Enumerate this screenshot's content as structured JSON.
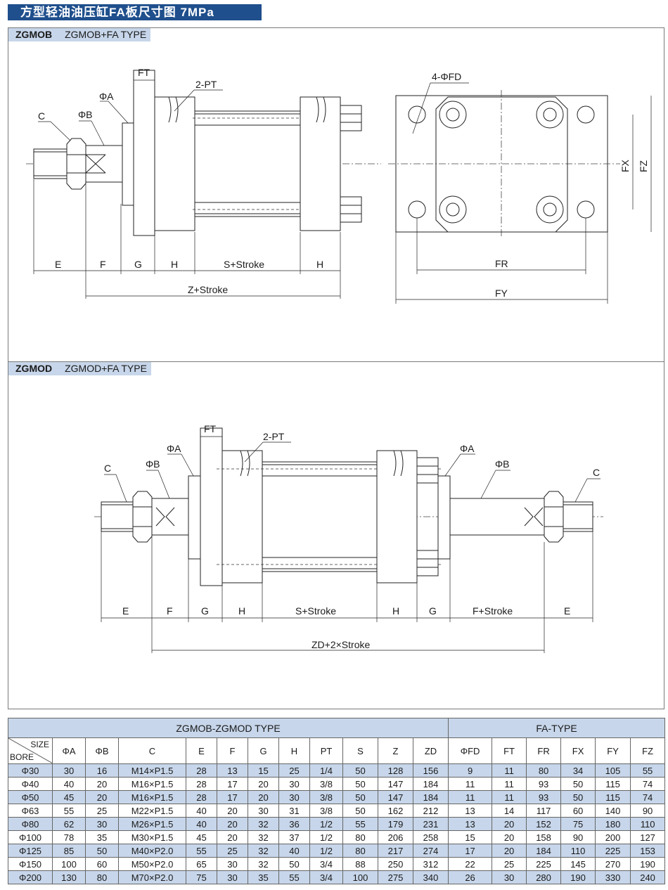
{
  "title": "方型轻油油压缸FA板尺寸图 7MPa",
  "panel_a": {
    "code": "ZGMOB",
    "type_label": "ZGMOB+FA TYPE",
    "labels": {
      "ft": "FT",
      "pt": "2-PT",
      "phia": "ΦA",
      "phib": "ΦB",
      "c": "C",
      "e": "E",
      "f": "F",
      "g": "G",
      "h": "H",
      "s": "S+Stroke",
      "h2": "H",
      "z": "Z+Stroke",
      "fd": "4-ΦFD",
      "fx": "FX",
      "fz": "FZ",
      "fr": "FR",
      "fy": "FY"
    }
  },
  "panel_b": {
    "code": "ZGMOD",
    "type_label": "ZGMOD+FA TYPE",
    "labels": {
      "ft": "FT",
      "pt": "2-PT",
      "phia_l": "ΦA",
      "phib_l": "ΦB",
      "c_l": "C",
      "phia_r": "ΦA",
      "phib_r": "ΦB",
      "c_r": "C",
      "e": "E",
      "f": "F",
      "g": "G",
      "h": "H",
      "s": "S+Stroke",
      "h2": "H",
      "g2": "G",
      "fs": "F+Stroke",
      "e2": "E",
      "zd": "ZD+2×Stroke"
    }
  },
  "table": {
    "group_left": "ZGMOB-ZGMOD TYPE",
    "group_right": "FA-TYPE",
    "corner_size": "SIZE",
    "corner_bore": "BORE",
    "headers": [
      "ΦA",
      "ΦB",
      "C",
      "E",
      "F",
      "G",
      "H",
      "PT",
      "S",
      "Z",
      "ZD",
      "ΦFD",
      "FT",
      "FR",
      "FX",
      "FY",
      "FZ"
    ],
    "rows": [
      [
        "Φ30",
        "30",
        "16",
        "M14×P1.5",
        "28",
        "13",
        "15",
        "25",
        "1/4",
        "50",
        "128",
        "156",
        "9",
        "11",
        "80",
        "34",
        "105",
        "55"
      ],
      [
        "Φ40",
        "40",
        "20",
        "M16×P1.5",
        "28",
        "17",
        "20",
        "30",
        "3/8",
        "50",
        "147",
        "184",
        "11",
        "11",
        "93",
        "50",
        "115",
        "74"
      ],
      [
        "Φ50",
        "45",
        "20",
        "M16×P1.5",
        "28",
        "17",
        "20",
        "30",
        "3/8",
        "50",
        "147",
        "184",
        "11",
        "11",
        "93",
        "50",
        "115",
        "74"
      ],
      [
        "Φ63",
        "55",
        "25",
        "M22×P1.5",
        "40",
        "20",
        "30",
        "31",
        "3/8",
        "50",
        "162",
        "212",
        "13",
        "14",
        "117",
        "60",
        "140",
        "90"
      ],
      [
        "Φ80",
        "62",
        "30",
        "M26×P1.5",
        "40",
        "20",
        "32",
        "36",
        "1/2",
        "55",
        "179",
        "231",
        "13",
        "20",
        "152",
        "75",
        "180",
        "110"
      ],
      [
        "Φ100",
        "78",
        "35",
        "M30×P1.5",
        "45",
        "20",
        "32",
        "37",
        "1/2",
        "80",
        "206",
        "258",
        "15",
        "20",
        "158",
        "90",
        "200",
        "127"
      ],
      [
        "Φ125",
        "85",
        "50",
        "M40×P2.0",
        "55",
        "25",
        "32",
        "40",
        "1/2",
        "80",
        "217",
        "274",
        "17",
        "20",
        "184",
        "110",
        "225",
        "153"
      ],
      [
        "Φ150",
        "100",
        "60",
        "M50×P2.0",
        "65",
        "30",
        "32",
        "50",
        "3/4",
        "88",
        "250",
        "312",
        "22",
        "25",
        "225",
        "145",
        "270",
        "190"
      ],
      [
        "Φ200",
        "130",
        "80",
        "M70×P2.0",
        "75",
        "30",
        "35",
        "55",
        "3/4",
        "100",
        "275",
        "340",
        "26",
        "30",
        "280",
        "190",
        "330",
        "240"
      ]
    ]
  }
}
